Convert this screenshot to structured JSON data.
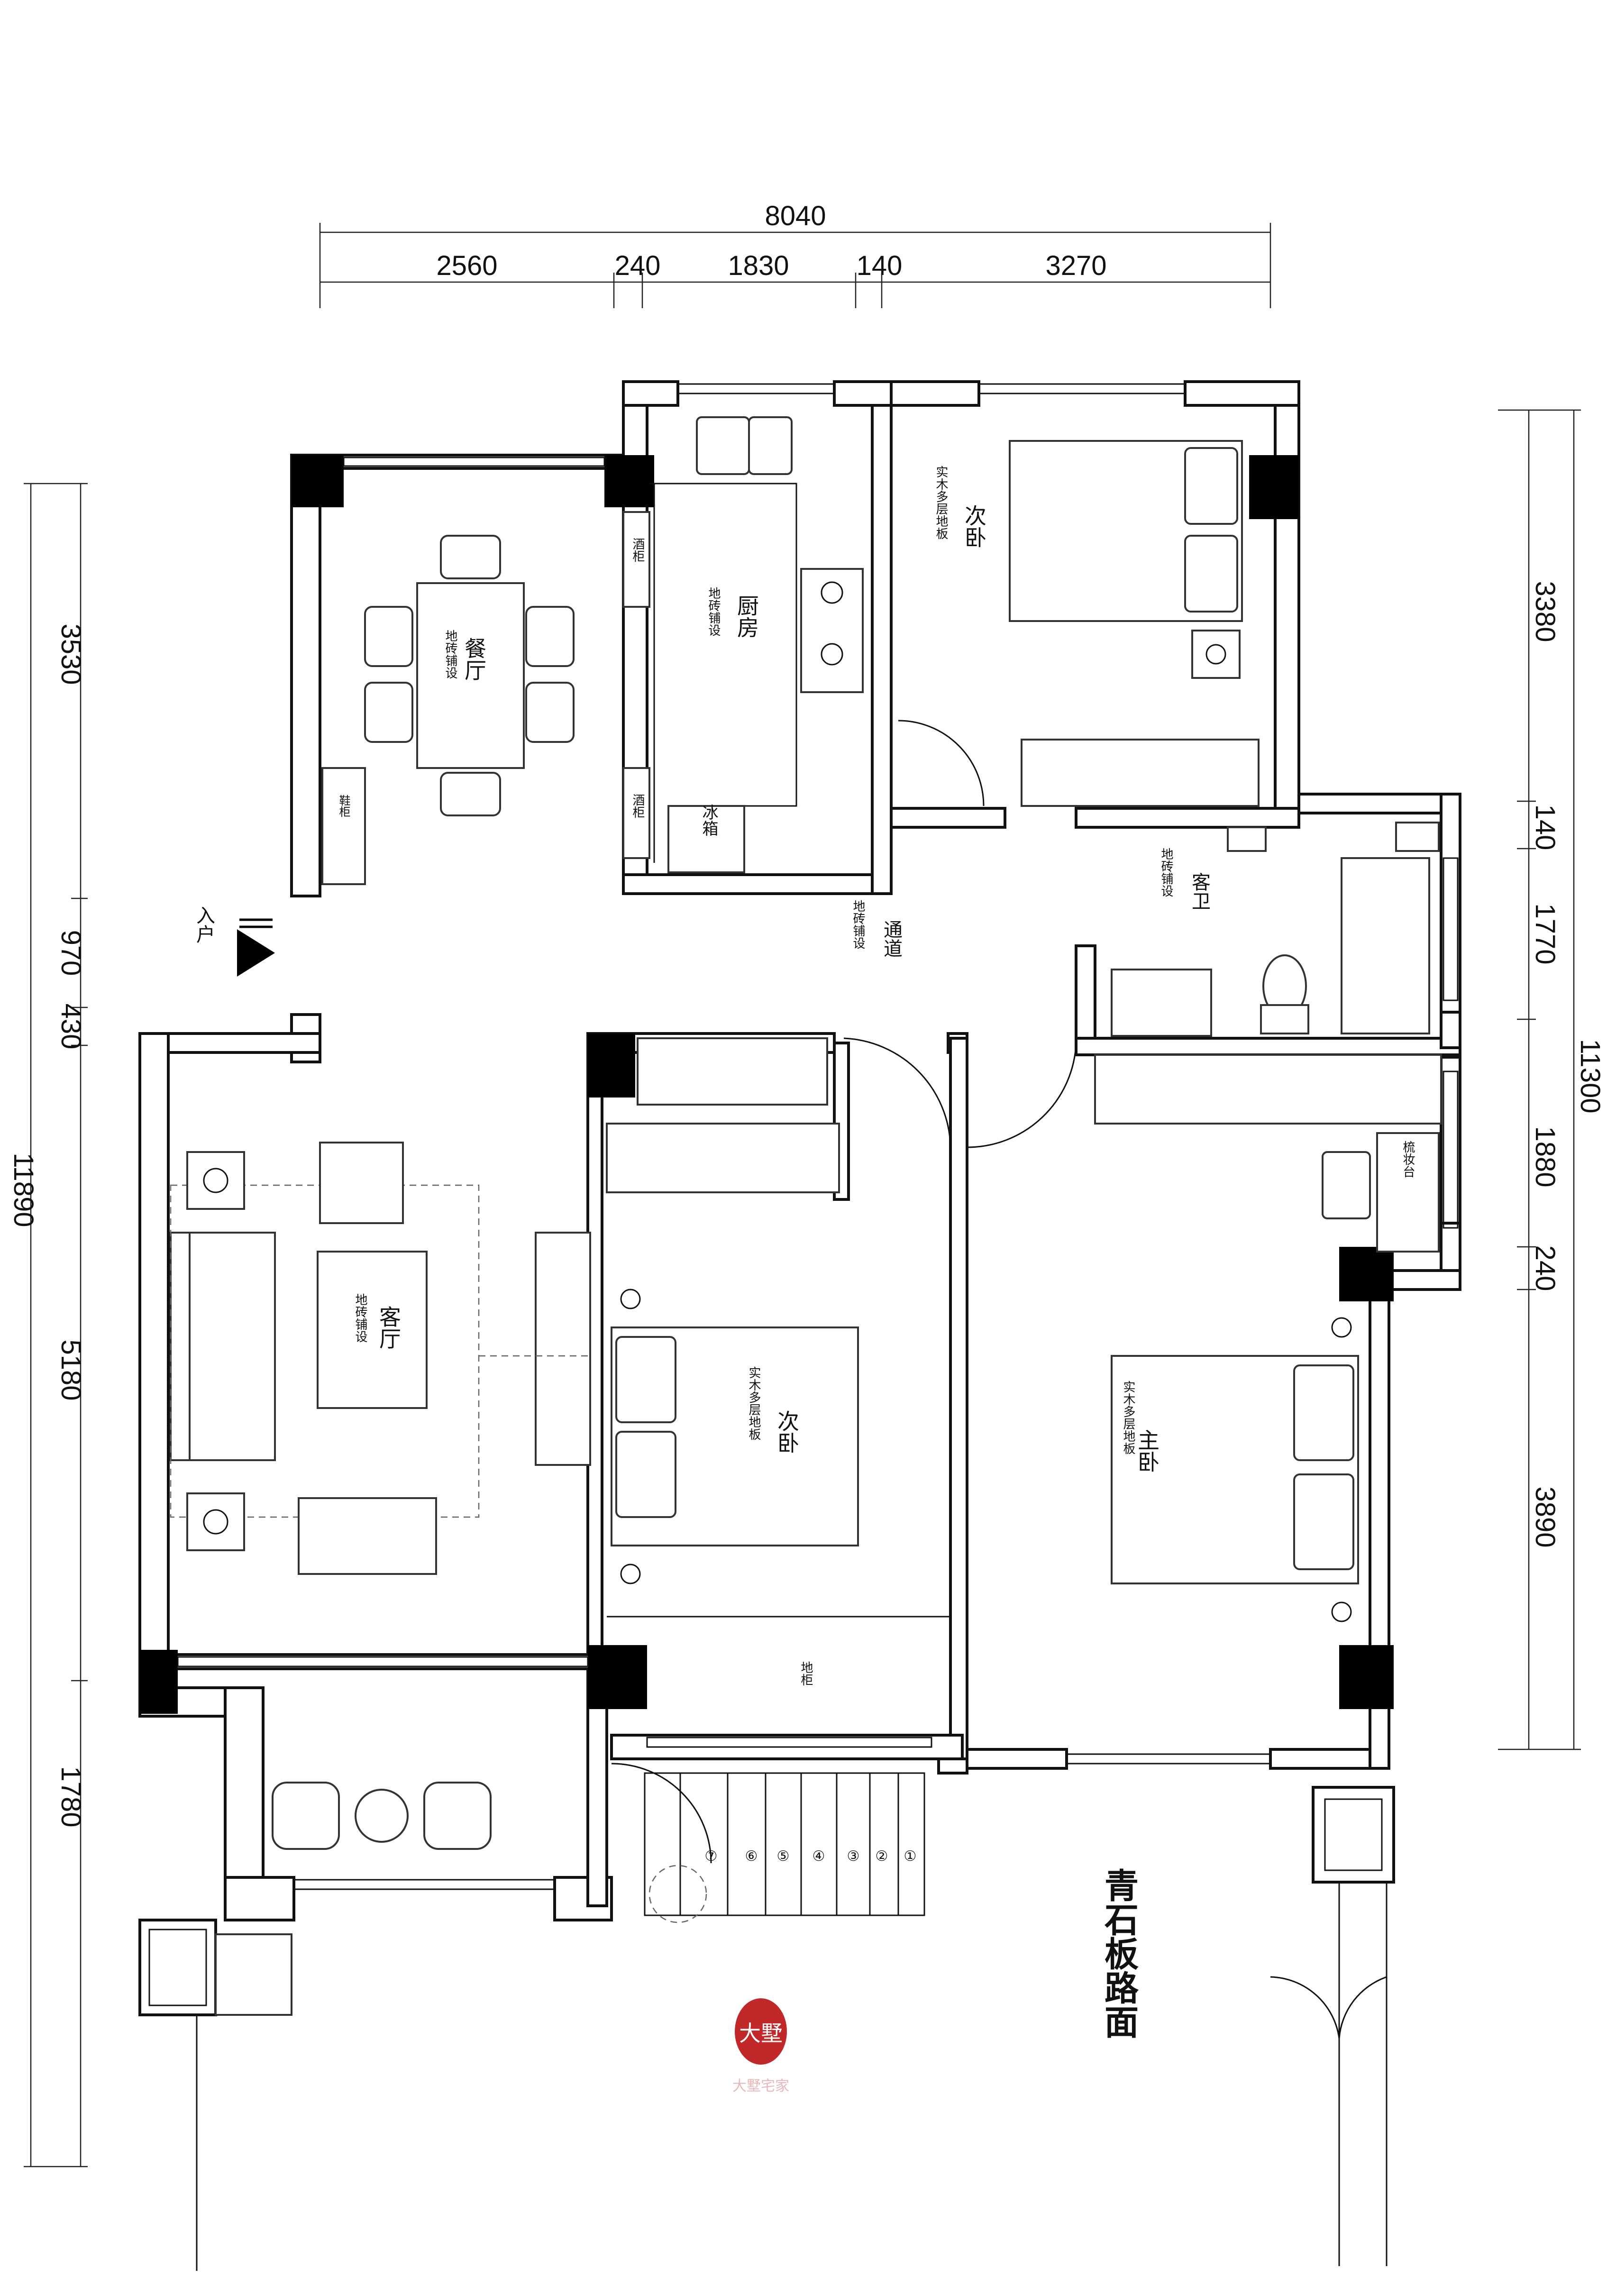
{
  "top_dims": {
    "total": "8040",
    "segments": [
      "2560",
      "240",
      "1830",
      "140",
      "3270"
    ]
  },
  "left_dims": {
    "total": "11890",
    "segments": [
      "3530",
      "970",
      "430",
      "5180",
      "1780"
    ]
  },
  "right_dims": {
    "total": "11300",
    "segments": [
      "3380",
      "140",
      "1770",
      "1880",
      "240",
      "3890"
    ]
  },
  "rooms": {
    "dining": {
      "name": "餐厅",
      "floor": "地砖铺设"
    },
    "kitchen": {
      "name": "厨房",
      "floor": "地砖铺设"
    },
    "bedroom_top": {
      "name": "次卧",
      "floor": "实木多层地板"
    },
    "guest_bath": {
      "name": "客卫",
      "floor": "地砖铺设"
    },
    "corridor": {
      "name": "通道",
      "floor": "地砖铺设"
    },
    "living": {
      "name": "客厅",
      "floor": "地砖铺设"
    },
    "bedroom_mid": {
      "name": "次卧",
      "floor": "实木多层地板"
    },
    "master": {
      "name": "主卧",
      "floor": "实木多层地板"
    }
  },
  "labels": {
    "entry": "入户",
    "wine_cabinet_1": "酒柜",
    "wine_cabinet_2": "酒柜",
    "fridge": "冰箱",
    "shoe_cabinet": "鞋柜",
    "floor_cabinet": "地柜",
    "dresser": "梳妆台",
    "street": "青石板路面"
  },
  "steps": [
    "①",
    "②",
    "③",
    "④",
    "⑤",
    "⑥",
    "⑦"
  ],
  "logo": {
    "text": "大墅",
    "sub": "大墅宅家"
  }
}
